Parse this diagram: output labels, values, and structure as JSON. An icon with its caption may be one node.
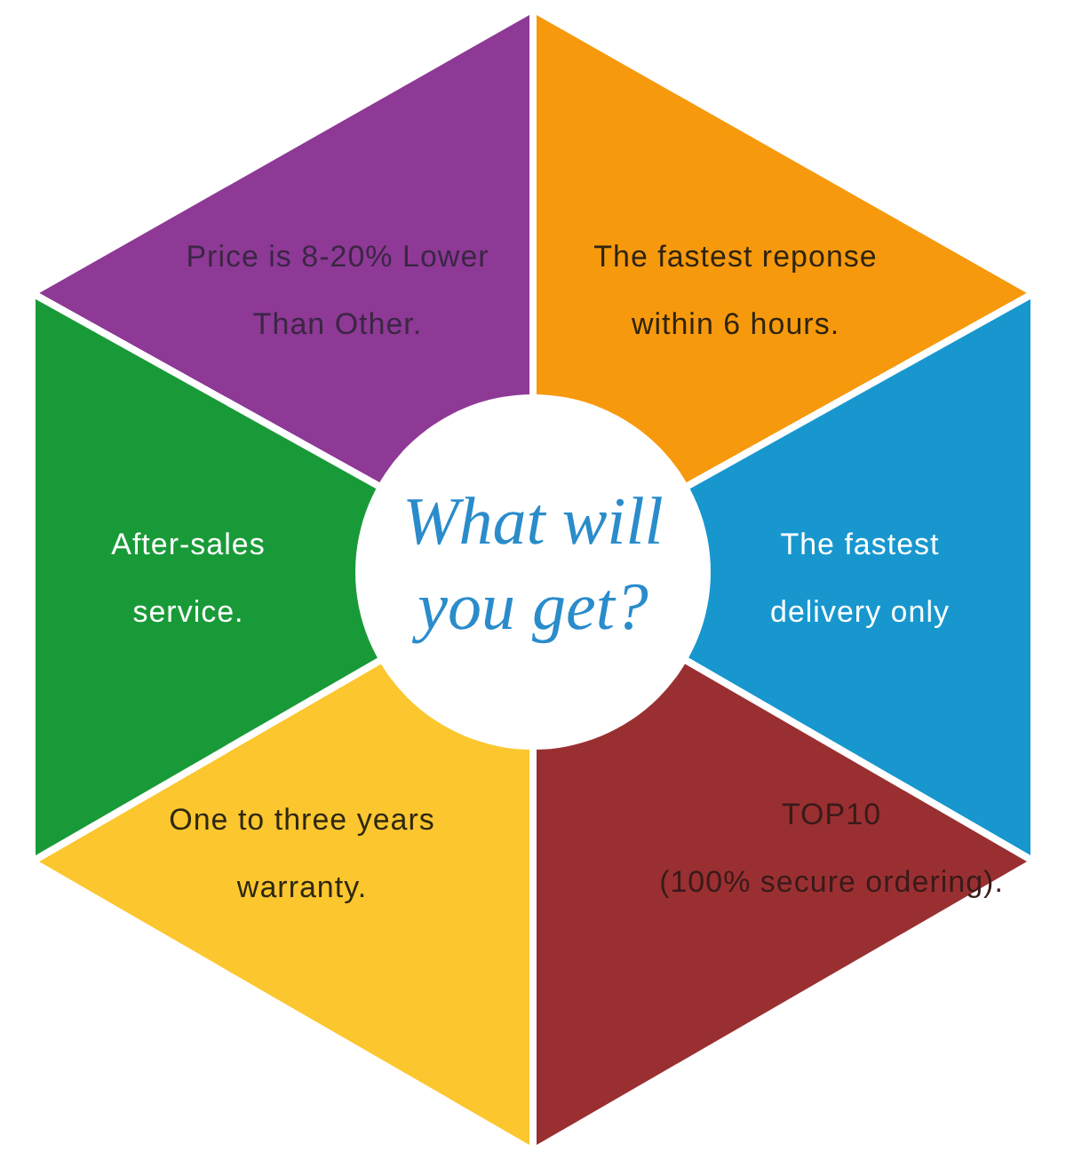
{
  "diagram": {
    "nodes": [
      {
        "text": [
          "Price is 8-20% Lower Than Other."
        ]
      },
      {
        "text": [
          "The fastest reponse within 6 hours."
        ]
      },
      {
        "text": [
          "The fastest delivery only"
        ]
      },
      {
        "text": [
          "TOP10",
          "(100% secure ordering)."
        ]
      },
      {
        "text": [
          "One to three years warranty."
        ]
      },
      {
        "text": [
          "After-sales service."
        ]
      },
      {
        "text": [
          "What will you get?"
        ]
      }
    ]
  }
}
